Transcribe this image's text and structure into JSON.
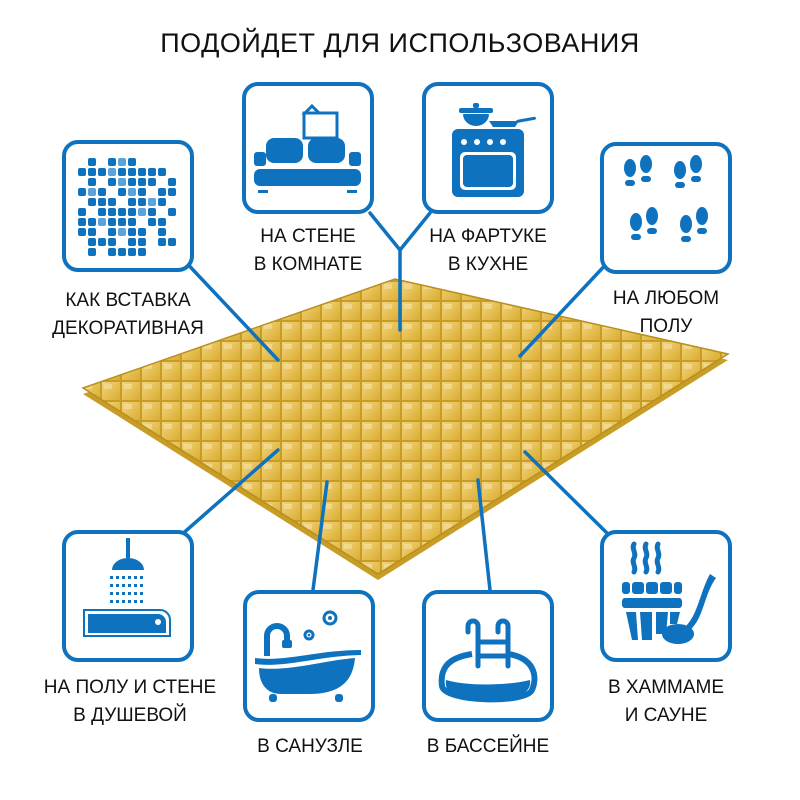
{
  "title": "ПОДОЙДЕТ ДЛЯ ИСПОЛЬЗОВАНИЯ",
  "colors": {
    "accent": "#0f72bf",
    "accent_light": "#5aa3db",
    "tile_yellow": "#e9c455",
    "tile_grout": "#c9a128",
    "text": "#111111"
  },
  "product": {
    "name": "mosaic-sheet",
    "description": "Yellow pearlescent glass mosaic sheet"
  },
  "uses": [
    {
      "id": "decor-insert",
      "icon": "mosaic-icon",
      "line1": "КАК ВСТАВКА",
      "line2": "ДЕКОРАТИВНАЯ"
    },
    {
      "id": "room-wall",
      "icon": "sofa-icon",
      "line1": "НА СТЕНЕ",
      "line2": "В КОМНАТЕ"
    },
    {
      "id": "kitchen-apron",
      "icon": "stove-icon",
      "line1": "НА ФАРТУКЕ",
      "line2": "В КУХНЕ"
    },
    {
      "id": "any-floor",
      "icon": "footprints-icon",
      "line1": "НА ЛЮБОМ",
      "line2": "ПОЛУ"
    },
    {
      "id": "shower",
      "icon": "shower-icon",
      "line1": "НА ПОЛУ И СТЕНЕ",
      "line2": "В ДУШЕВОЙ"
    },
    {
      "id": "bathroom",
      "icon": "bathtub-icon",
      "line1": "В САНУЗЛЕ",
      "line2": ""
    },
    {
      "id": "pool",
      "icon": "pool-icon",
      "line1": "В БАССЕЙНЕ",
      "line2": ""
    },
    {
      "id": "sauna",
      "icon": "sauna-bucket-icon",
      "line1": "В ХАММАМЕ",
      "line2": "И САУНЕ"
    }
  ]
}
